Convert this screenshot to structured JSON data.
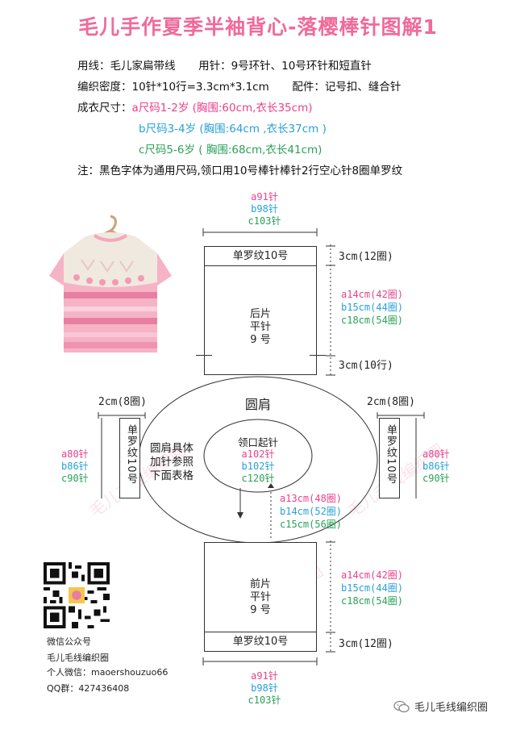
{
  "title": "毛儿手作夏季半袖背心-落樱棒针图解1",
  "info": {
    "line1a": "用线：毛儿家扁带线",
    "line1b": "用针：9号环针、10号环针和短直针",
    "line2a": "编织密度：10针*10行=3.3cm*3.1cm",
    "line2b": "配件：记号扣、缝合针",
    "size_label": "成衣尺寸：",
    "size_a": "a尺码1-2岁 (胸围:60cm,衣长35cm)",
    "size_b": "b尺码3-4岁 (胸围:64cm ,衣长37cm )",
    "size_c": "c尺码5-6岁 ( 胸围:68cm,衣长41cm)",
    "note": "注：黑色字体为通用尺码,领口用10号棒针棒针2行空心针8圈单罗纹"
  },
  "colors": {
    "title": "#f06a9a",
    "a": "#e8428a",
    "b": "#29a0d8",
    "c": "#2aa158"
  },
  "back": {
    "top_a": "a91针",
    "top_b": "b98针",
    "top_c": "c103针",
    "rib": "单罗纹10号",
    "label1": "后片",
    "label2": "平针",
    "label3": "9 号",
    "rib_height": "3cm(12圈)",
    "h_a": "a14cm(42圈)",
    "h_b": "b15cm(44圈)",
    "h_c": "c18cm(54圈)",
    "bottom_height": "3cm(10行)"
  },
  "yoke": {
    "title": "圆肩",
    "neck": "领口起针",
    "neck_a": "a102针",
    "neck_b": "b102针",
    "neck_c": "c120针",
    "ref": "圆肩具体加针参照下面表格",
    "ref1": "圆肩具体",
    "ref2": "加针参照",
    "ref3": "下面表格",
    "h_a": "a13cm(48圈)",
    "h_b": "b14cm(52圈)",
    "h_c": "c15cm(56圈)"
  },
  "sleeve": {
    "width": "2cm(8圈)",
    "rib": "单罗纹10号",
    "a": "a80针",
    "b": "b86针",
    "c": "c90针"
  },
  "front": {
    "label1": "前片",
    "label2": "平针",
    "label3": "9 号",
    "rib": "单罗纹10号",
    "h_a": "a14cm(42圈)",
    "h_b": "b15cm(44圈)",
    "h_c": "c18cm(54圈)",
    "rib_height": "3cm(12圈)",
    "bottom_a": "a91针",
    "bottom_b": "b98针",
    "bottom_c": "c103针"
  },
  "footer": {
    "wechat_official": "微信公众号",
    "name": "毛儿毛线编织圈",
    "personal": "个人微信：maoershouzuo66",
    "qq": "QQ群：427436408",
    "brand": "毛儿毛线编织圈"
  },
  "watermark": "毛儿毛线编织圈"
}
